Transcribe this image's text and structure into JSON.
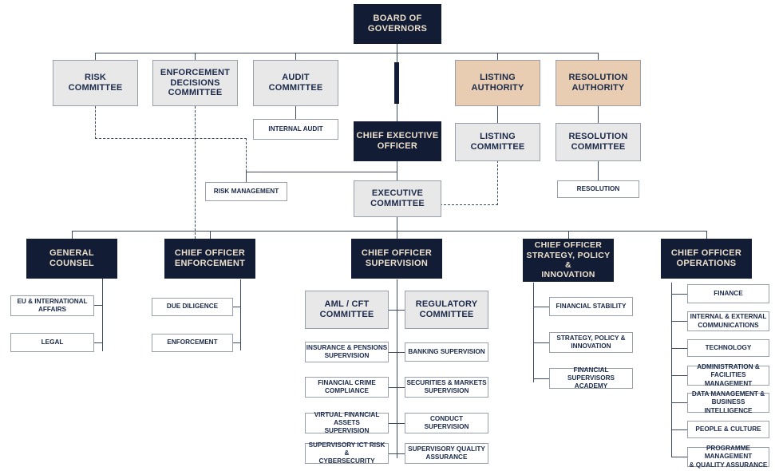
{
  "title": "Organisational Structure Chart",
  "colors": {
    "navy": "#121d35",
    "cream_text": "#ecdfcb",
    "tan": "#e8cdb3",
    "grey": "#e8e8e8",
    "white": "#ffffff",
    "line": "#3c4a63",
    "navy_text": "#1b2a4a",
    "border": "#9aa0ab"
  },
  "nodes": {
    "board_of_governors": "BOARD OF GOVERNORS",
    "risk_committee": "RISK\nCOMMITTEE",
    "enforcement_decisions_committee": "ENFORCEMENT\nDECISIONS\nCOMMITTEE",
    "audit_committee": "AUDIT\nCOMMITTEE",
    "listing_authority": "LISTING\nAUTHORITY",
    "resolution_authority": "RESOLUTION\nAUTHORITY",
    "internal_audit": "INTERNAL AUDIT",
    "chief_executive_officer": "CHIEF EXECUTIVE\nOFFICER",
    "listing_committee": "LISTING\nCOMMITTEE",
    "resolution_committee": "RESOLUTION\nCOMMITTEE",
    "risk_management": "RISK MANAGEMENT",
    "executive_committee": "EXECUTIVE\nCOMMITTEE",
    "resolution": "RESOLUTION",
    "general_counsel": "GENERAL COUNSEL",
    "chief_officer_enforcement": "CHIEF OFFICER\nENFORCEMENT",
    "chief_officer_supervision": "CHIEF OFFICER\nSUPERVISION",
    "chief_officer_strategy": "CHIEF OFFICER\nSTRATEGY, POLICY &\nINNOVATION",
    "chief_officer_operations": "CHIEF OFFICER\nOPERATIONS",
    "eu_international_affairs": "EU & INTERNATIONAL\nAFFAIRS",
    "legal": "LEGAL",
    "due_diligence": "DUE DILIGENCE",
    "enforcement": "ENFORCEMENT",
    "aml_cft_committee": "AML / CFT\nCOMMITTEE",
    "regulatory_committee": "REGULATORY\nCOMMITTEE",
    "insurance_pensions_supervision": "INSURANCE & PENSIONS\nSUPERVISION",
    "banking_supervision": "BANKING SUPERVISION",
    "financial_crime_compliance": "FINANCIAL CRIME\nCOMPLIANCE",
    "securities_markets_supervision": "SECURITIES & MARKETS\nSUPERVISION",
    "virtual_financial_assets_supervision": "VIRTUAL FINANCIAL ASSETS\nSUPERVISION",
    "conduct_supervision": "CONDUCT\nSUPERVISION",
    "supervisory_ict_risk_cybersecurity": "SUPERVISORY ICT RISK &\nCYBERSECURITY",
    "supervisory_quality_assurance": "SUPERVISORY QUALITY\nASSURANCE",
    "financial_stability": "FINANCIAL STABILITY",
    "strategy_policy_innovation": "STRATEGY, POLICY &\nINNOVATION",
    "financial_supervisors_academy": "FINANCIAL SUPERVISORS\nACADEMY",
    "finance": "FINANCE",
    "internal_external_communications": "INTERNAL & EXTERNAL\nCOMMUNICATIONS",
    "technology": "TECHNOLOGY",
    "administration_facilities_management": "ADMINISTRATION &\nFACILITIES MANAGEMENT",
    "data_management_business_intelligence": "DATA MANAGEMENT &\nBUSINESS INTELLIGENCE",
    "people_culture": "PEOPLE & CULTURE",
    "programme_management_quality_assurance": "PROGRAMME MANAGEMENT\n& QUALITY ASSURANCE"
  }
}
